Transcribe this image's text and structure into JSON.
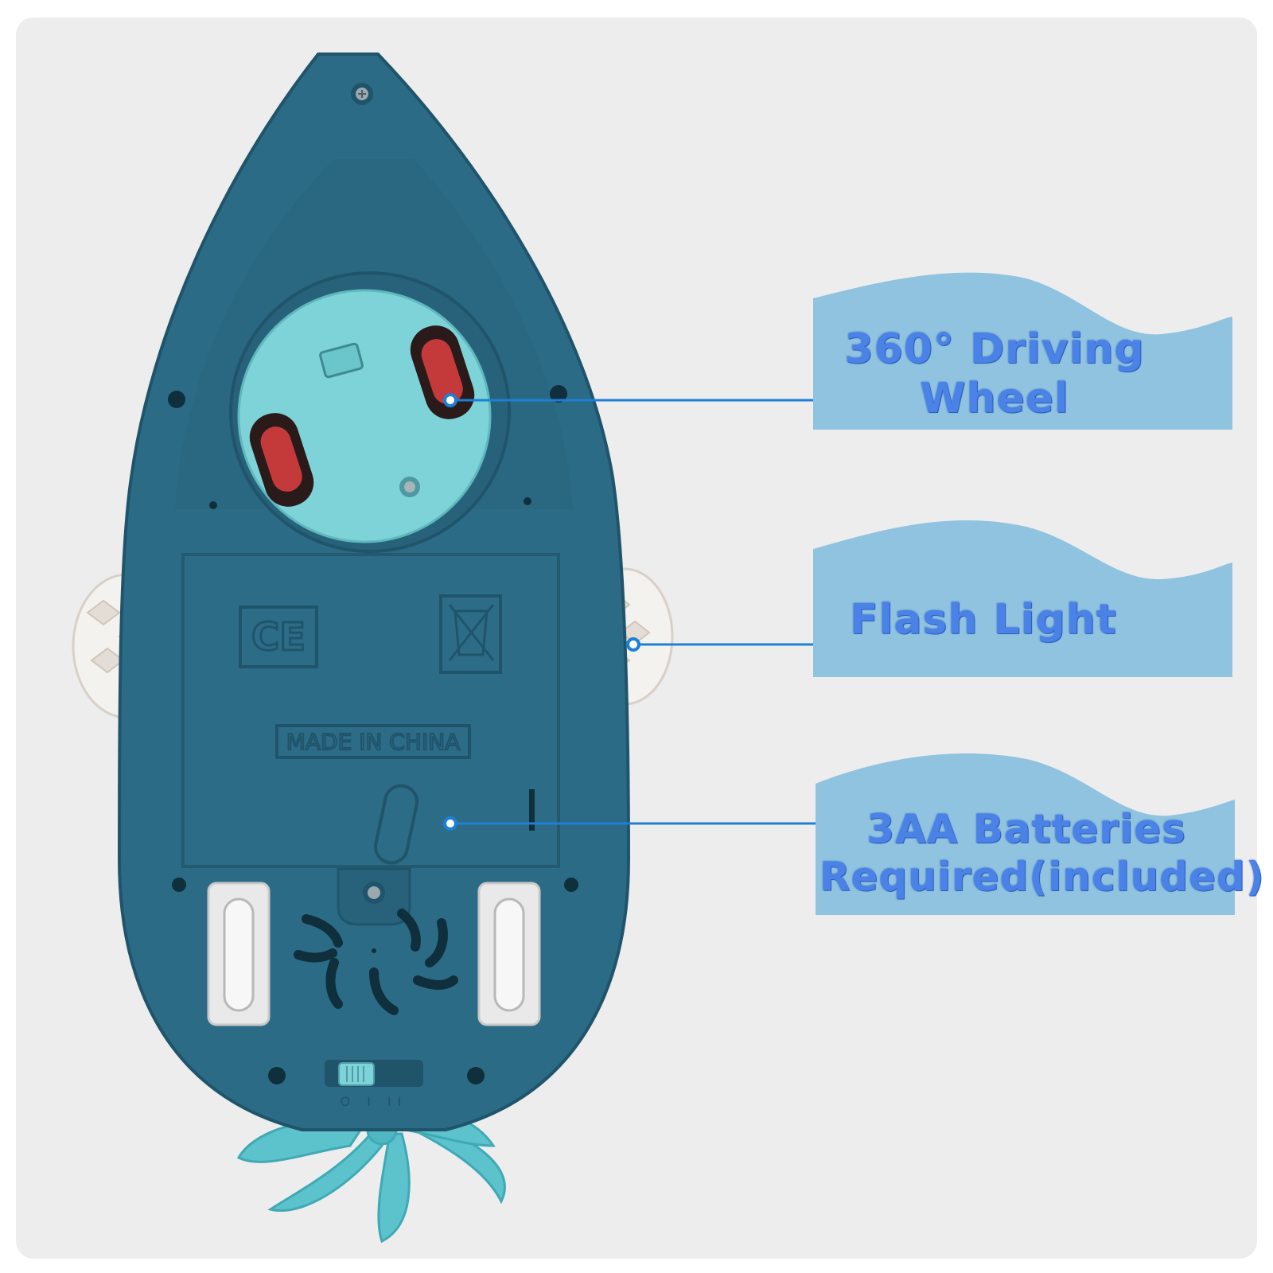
{
  "callouts": {
    "wheel": {
      "line1": "360°  Driving",
      "line2": "Wheel"
    },
    "light": {
      "line1": "Flash Light"
    },
    "battery": {
      "line1": "3AA Batteries",
      "line2": "Required(included)"
    }
  },
  "product_markings": {
    "ce": "CE",
    "made_in": "MADE IN CHINA",
    "switch": "O I II"
  },
  "colors": {
    "hull": "#2c6b85",
    "hull_dark": "#1f546b",
    "turntable": "#7ed3d8",
    "label_bg": "#8fc3df",
    "label_text": "#4a82e8",
    "leader_line": "#1e7fd6",
    "propeller": "#5cc3cd"
  },
  "icons": [
    "screw-icon",
    "ce-mark-icon",
    "recycle-bin-icon",
    "battery-icon"
  ]
}
